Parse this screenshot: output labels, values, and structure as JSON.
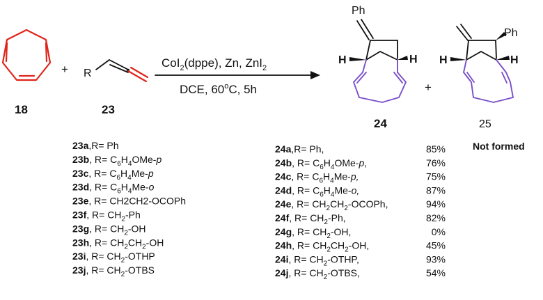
{
  "compounds": {
    "c18": "18",
    "c23": "23",
    "c24": "24",
    "c25": "25",
    "r_label": "R",
    "ph_top": "Ph",
    "ph_right": "Ph",
    "h_label": "H"
  },
  "operators": {
    "plus": "+"
  },
  "conditions": {
    "catalyst_pre": "CoI",
    "catalyst_sub": "2",
    "catalyst_post": "(dppe), Zn, ZnI",
    "catalyst_sub2": "2",
    "line2_pre": "DCE, 60",
    "line2_sup": "o",
    "line2_post": "C, 5h"
  },
  "not_formed": "Not formed",
  "list_23": [
    {
      "id": "23a",
      "r": [
        {
          "t": ",R= Ph"
        }
      ]
    },
    {
      "id": "23b",
      "r": [
        {
          "t": ", R= C"
        },
        {
          "t": "6",
          "sub": true
        },
        {
          "t": "H"
        },
        {
          "t": "4",
          "sub": true
        },
        {
          "t": "OMe-"
        },
        {
          "t": "p",
          "it": true
        }
      ]
    },
    {
      "id": "23c",
      "r": [
        {
          "t": ", R= C"
        },
        {
          "t": "6",
          "sub": true
        },
        {
          "t": "H"
        },
        {
          "t": "4",
          "sub": true
        },
        {
          "t": "Me-"
        },
        {
          "t": "p",
          "it": true
        }
      ]
    },
    {
      "id": "23d",
      "r": [
        {
          "t": ", R= C"
        },
        {
          "t": "6",
          "sub": true
        },
        {
          "t": "H"
        },
        {
          "t": "4",
          "sub": true
        },
        {
          "t": "Me-"
        },
        {
          "t": "o",
          "it": true
        }
      ]
    },
    {
      "id": "23e",
      "r": [
        {
          "t": ",  R= CH2CH2-OCOPh"
        }
      ]
    },
    {
      "id": "23f",
      "r": [
        {
          "t": ", R= CH"
        },
        {
          "t": "2",
          "sub": true
        },
        {
          "t": "-Ph"
        }
      ]
    },
    {
      "id": "23g",
      "r": [
        {
          "t": ", R= CH"
        },
        {
          "t": "2",
          "sub": true
        },
        {
          "t": "-OH"
        }
      ]
    },
    {
      "id": "23h",
      "r": [
        {
          "t": ", R= CH"
        },
        {
          "t": "2",
          "sub": true
        },
        {
          "t": "CH"
        },
        {
          "t": "2",
          "sub": true
        },
        {
          "t": "-OH"
        }
      ]
    },
    {
      "id": "23i",
      "r": [
        {
          "t": ", R= CH"
        },
        {
          "t": "2",
          "sub": true
        },
        {
          "t": "-OTHP"
        }
      ]
    },
    {
      "id": "23j",
      "r": [
        {
          "t": ", R= CH"
        },
        {
          "t": "2",
          "sub": true
        },
        {
          "t": "-OTBS"
        }
      ]
    }
  ],
  "list_24": [
    {
      "id": "24a",
      "r": [
        {
          "t": ",R= Ph,"
        }
      ],
      "y": "85%"
    },
    {
      "id": "24b",
      "r": [
        {
          "t": ", R= C"
        },
        {
          "t": "6",
          "sub": true
        },
        {
          "t": "H"
        },
        {
          "t": "4",
          "sub": true
        },
        {
          "t": "OMe-"
        },
        {
          "t": "p",
          "it": true
        },
        {
          "t": ","
        }
      ],
      "y": "76%"
    },
    {
      "id": "24c",
      "r": [
        {
          "t": ", R= C"
        },
        {
          "t": "6",
          "sub": true
        },
        {
          "t": "H"
        },
        {
          "t": "4",
          "sub": true
        },
        {
          "t": "Me-"
        },
        {
          "t": "p,",
          "it": true
        }
      ],
      "y": "75%"
    },
    {
      "id": "24d",
      "r": [
        {
          "t": ", R= C"
        },
        {
          "t": "6",
          "sub": true
        },
        {
          "t": "H"
        },
        {
          "t": "4",
          "sub": true
        },
        {
          "t": "Me-"
        },
        {
          "t": "o,",
          "it": true
        }
      ],
      "y": "87%"
    },
    {
      "id": "24e",
      "r": [
        {
          "t": ", R= CH"
        },
        {
          "t": "2",
          "sub": true
        },
        {
          "t": "CH"
        },
        {
          "t": "2",
          "sub": true
        },
        {
          "t": "-OCOPh,"
        }
      ],
      "y": "94%"
    },
    {
      "id": "24f",
      "r": [
        {
          "t": ", R= CH"
        },
        {
          "t": "2",
          "sub": true
        },
        {
          "t": "-Ph,"
        }
      ],
      "y": "82%"
    },
    {
      "id": "24g",
      "r": [
        {
          "t": ", R= CH"
        },
        {
          "t": "2",
          "sub": true
        },
        {
          "t": "-OH,"
        }
      ],
      "y": "0%"
    },
    {
      "id": "24h",
      "r": [
        {
          "t": ", R= CH"
        },
        {
          "t": "2",
          "sub": true
        },
        {
          "t": "CH"
        },
        {
          "t": "2",
          "sub": true
        },
        {
          "t": "-OH,"
        }
      ],
      "y": "45%"
    },
    {
      "id": "24i",
      "r": [
        {
          "t": ", R= CH"
        },
        {
          "t": "2",
          "sub": true
        },
        {
          "t": "-OTHP,"
        }
      ],
      "y": "93%"
    },
    {
      "id": "24j",
      "r": [
        {
          "t": ", R= CH"
        },
        {
          "t": "2",
          "sub": true
        },
        {
          "t": "-OTBS,"
        }
      ],
      "y": "54%"
    }
  ]
}
